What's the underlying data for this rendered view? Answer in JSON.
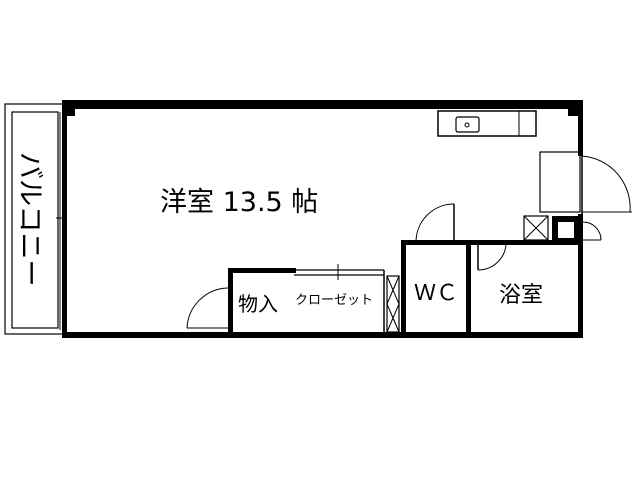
{
  "rooms": {
    "main_room": "洋室 13.5 帖",
    "balcony": "バルコニー",
    "storage": "物入",
    "closet": "クローゼット",
    "wc": "ＷＣ",
    "bath": "浴室"
  },
  "colors": {
    "wall": "#000000",
    "line": "#000000",
    "background": "#ffffff"
  }
}
